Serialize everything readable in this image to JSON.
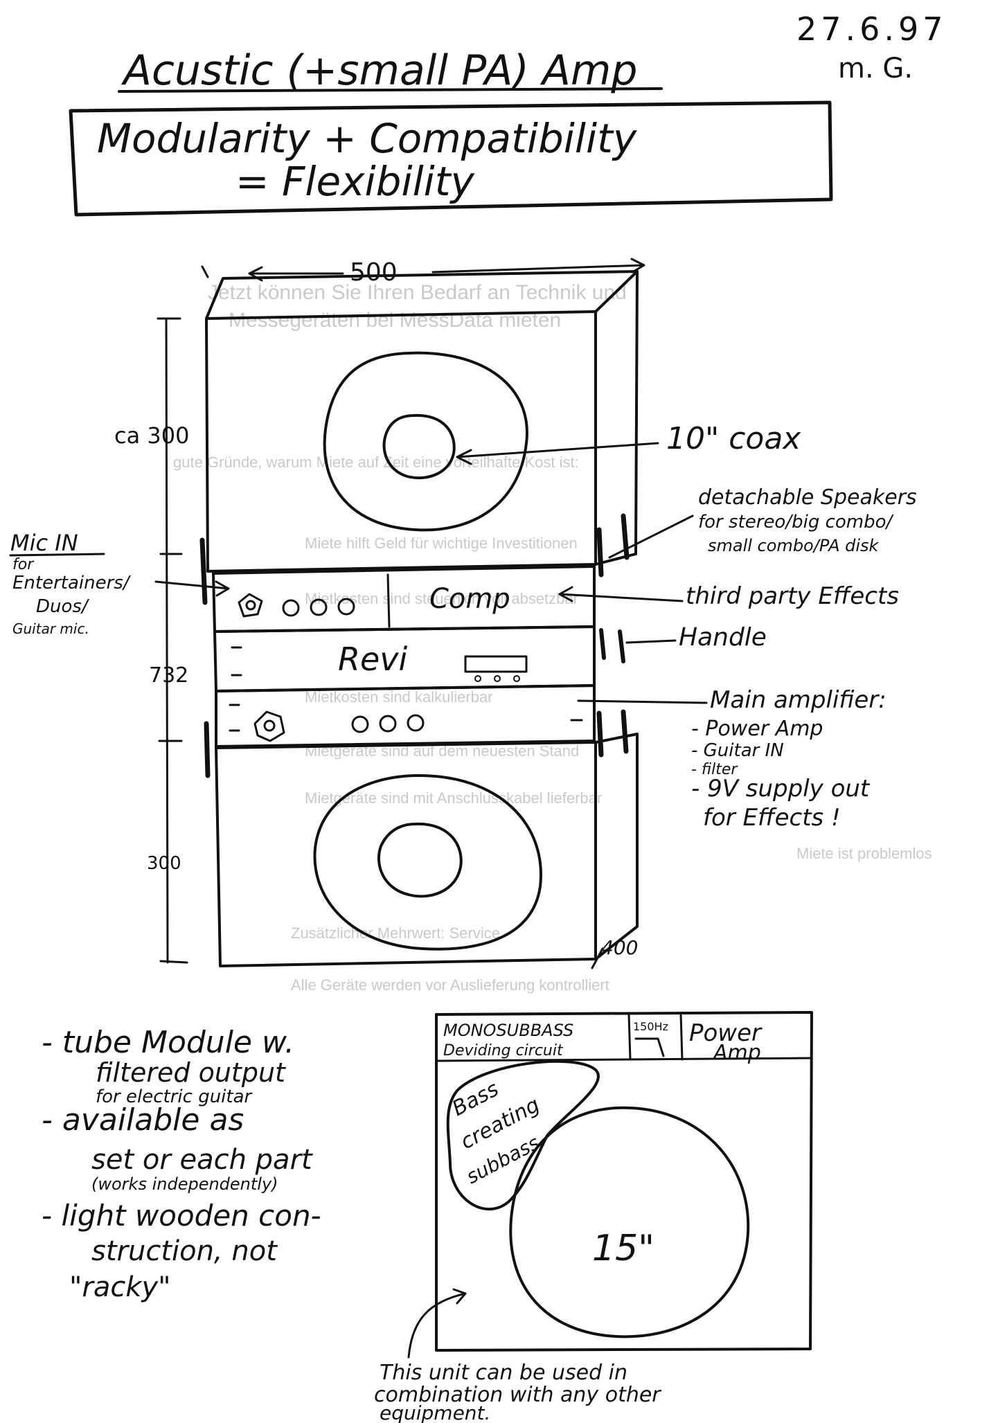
{
  "header": {
    "date": "27.6.97",
    "initials": "m. G.",
    "title": "Acustic (+small PA) Amp",
    "motto_line1": "Modularity + Compatibility",
    "motto_line2": "= Flexibility"
  },
  "dimensions": {
    "width": "500",
    "top_height": "ca 300",
    "total_height": "732",
    "bottom_height": "300",
    "depth": "400"
  },
  "stack": {
    "comp_label": "Comp",
    "revi_label": "Revi"
  },
  "annotations": {
    "coax": "10\" coax",
    "detachable_1": "detachable Speakers",
    "detachable_2": "for stereo/big combo/",
    "detachable_3": "small combo/PA disk",
    "third_party": "third party Effects",
    "handle": "Handle",
    "main_amp": "Main amplifier:",
    "main_amp_items": [
      "- Power Amp",
      "- Guitar IN",
      "- filter",
      "- 9V supply out",
      "for Effects !"
    ],
    "mic_in_title": "Mic IN",
    "mic_in_lines": [
      "for",
      "Entertainers/",
      "Duos/",
      "Guitar mic."
    ]
  },
  "features": {
    "items": [
      [
        "- tube Module w.",
        "filtered output",
        "for electric guitar"
      ],
      [
        "- available as",
        "set or each part",
        "(works independently)"
      ],
      [
        "- light wooden con-",
        "struction, not",
        "\"racky\""
      ]
    ]
  },
  "subbass": {
    "header_left_1": "MONOSUBBASS",
    "header_left_2": "Deviding circuit",
    "header_mid": "150Hz",
    "header_right_1": "Power",
    "header_right_2": "Amp",
    "speaker_label": "15\"",
    "bubble_1": "Bass",
    "bubble_2": "creating",
    "bubble_3": "subbass",
    "note_1": "This unit can be used in",
    "note_2": "combination with any other",
    "note_3": "equipment."
  },
  "bleed_through": [
    "Jetzt können Sie Ihren Bedarf an Technik und",
    "Messegeräten bei MessData mieten",
    "gute Gründe, warum Miete auf Zeit eine vorteilhafte Kost ist:",
    "Miete hilft Geld für wichtige Investitionen",
    "Mietkosten sind steuerlich voll absetzbar",
    "Mietkosten sind kalkulierbar",
    "Mietgeräte sind auf dem neuesten Stand",
    "Mietgeräte sind mit Anschlusskabel lieferbar",
    "Miete ist problemlos",
    "Zusätzlicher Mehrwert: Service",
    "Alle Geräte werden vor Auslieferung kontrolliert"
  ]
}
